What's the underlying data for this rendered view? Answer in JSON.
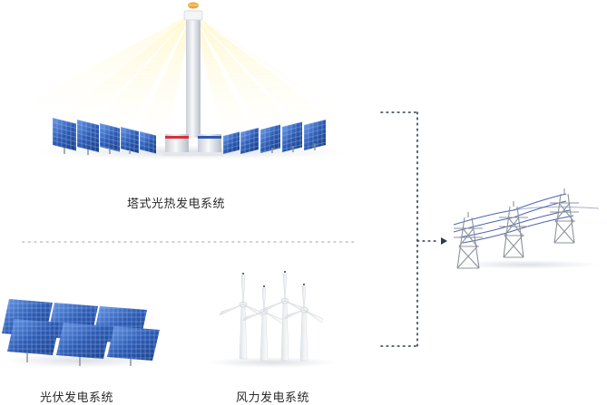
{
  "labels": {
    "tower": "塔式光热发电系统",
    "pv": "光伏发电系统",
    "wind": "风力发电系统"
  },
  "colors": {
    "panel_blue": "#2d5bb3",
    "panel_dark": "#1c3f86",
    "panel_light": "#5d8fe0",
    "sun_glow": "#fff2a8",
    "tower_white": "#f2f4f7",
    "tower_shadow": "#c9ced6",
    "tower_red": "#d6313a",
    "tower_blue": "#2d5bb3",
    "line_navy": "#2b3a4f",
    "pylon_gray": "#8c939c",
    "cable_blue": "#2d4a9c"
  },
  "icons": [
    "solar-tower-plant",
    "heliostat-field",
    "pv-panel-array",
    "wind-turbine",
    "transmission-tower",
    "arrow-right-icon"
  ]
}
